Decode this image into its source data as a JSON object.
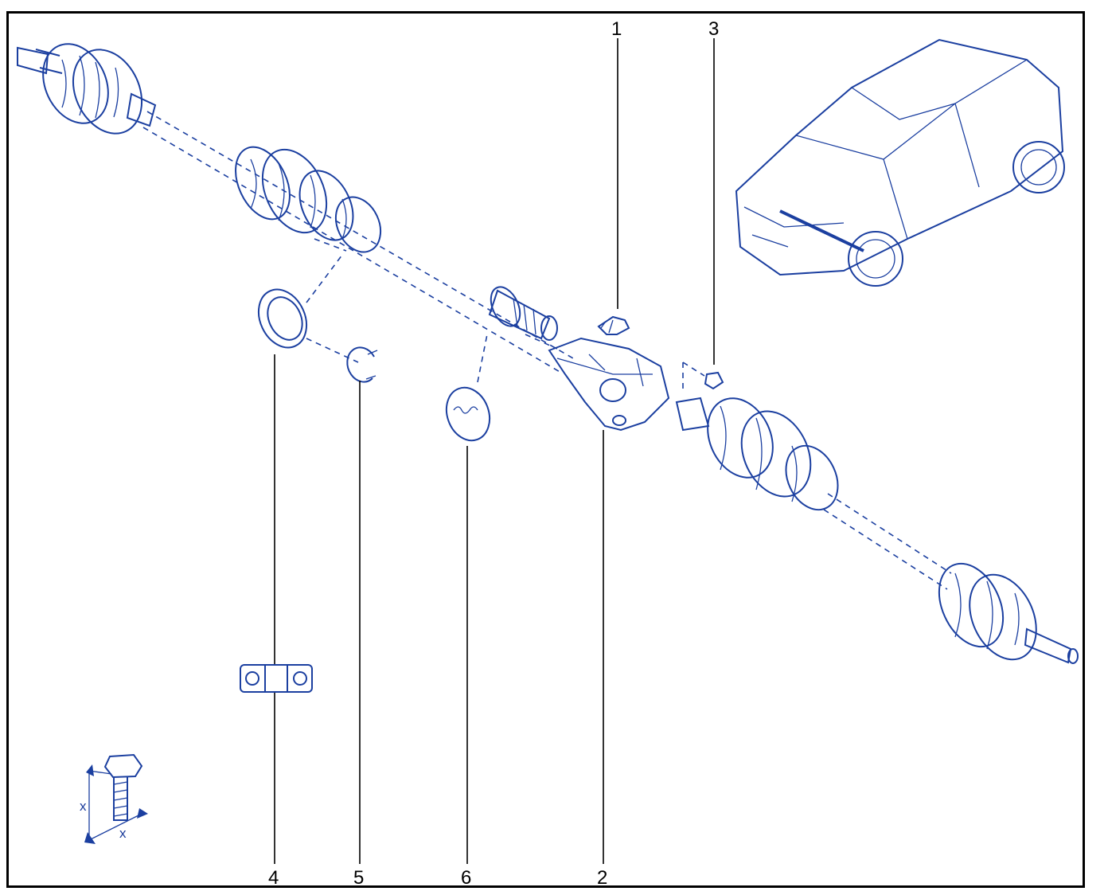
{
  "callouts": [
    "1",
    "2",
    "3",
    "4",
    "5",
    "6"
  ],
  "torque_marker": {
    "label": "x"
  },
  "colors": {
    "line_art": "#1b3fa0",
    "frame": "#000000",
    "background": "#ffffff"
  }
}
